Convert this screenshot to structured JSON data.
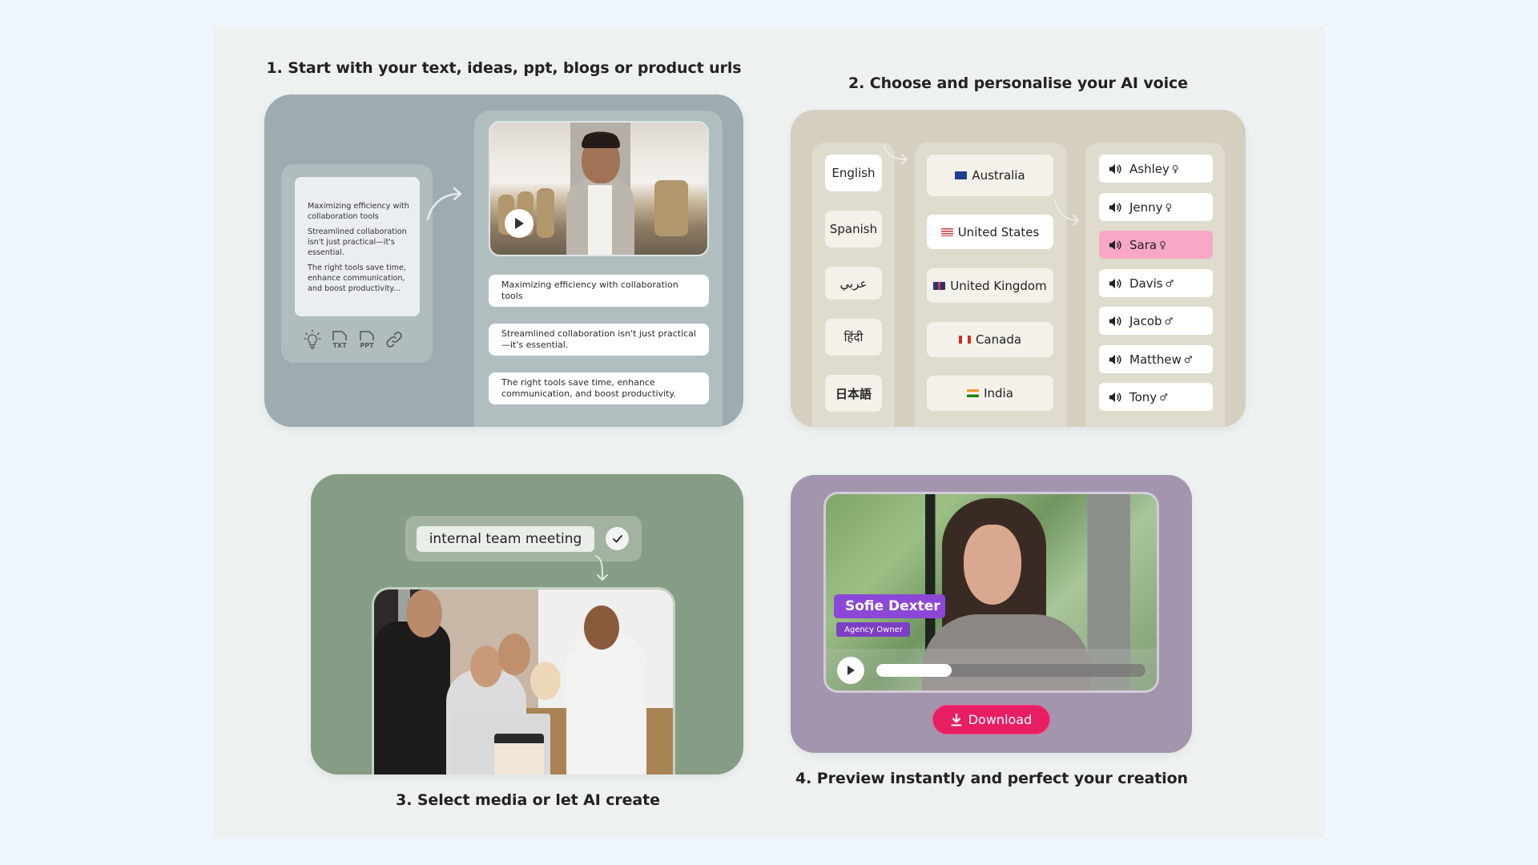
{
  "steps": {
    "step1": {
      "title": "1. Start with your text, ideas, ppt, blogs or product urls",
      "source_text": [
        "Maximizing efficiency with collaboration tools",
        "Streamlined collaboration isn't just practical—it's essential.",
        "The right tools save time, enhance communication, and boost productivity..."
      ],
      "input_icons": [
        "lightbulb-icon",
        "txt-file-icon",
        "ppt-file-icon",
        "link-icon"
      ],
      "icon_labels": {
        "txt": "TXT",
        "ppt": "PPT"
      },
      "scenes": [
        "Maximizing efficiency with collaboration tools",
        "Streamlined collaboration isn't just practical —it's essential.",
        "The right tools save time, enhance communication, and boost productivity."
      ]
    },
    "step2": {
      "title": "2. Choose and personalise your AI voice",
      "languages": [
        {
          "label": "English",
          "selected": true
        },
        {
          "label": "Spanish",
          "selected": false
        },
        {
          "label": "عربي",
          "selected": false
        },
        {
          "label": "हिंदी",
          "selected": false
        },
        {
          "label": "日本語",
          "selected": false
        }
      ],
      "countries": [
        {
          "label": "Australia",
          "flag": "au",
          "selected": false
        },
        {
          "label": "United States",
          "flag": "us",
          "selected": true
        },
        {
          "label": "United Kingdom",
          "flag": "gb",
          "selected": false
        },
        {
          "label": "Canada",
          "flag": "ca",
          "selected": false
        },
        {
          "label": "India",
          "flag": "in",
          "selected": false
        }
      ],
      "voices": [
        {
          "name": "Ashley",
          "gender": "♀",
          "selected": false
        },
        {
          "name": "Jenny",
          "gender": "♀",
          "selected": false
        },
        {
          "name": "Sara",
          "gender": "♀",
          "selected": true
        },
        {
          "name": "Davis",
          "gender": "♂",
          "selected": false
        },
        {
          "name": "Jacob",
          "gender": "♂",
          "selected": false
        },
        {
          "name": "Matthew",
          "gender": "♂",
          "selected": false
        },
        {
          "name": "Tony",
          "gender": "♂",
          "selected": false
        }
      ]
    },
    "step3": {
      "title": "3. Select media or let AI create",
      "search_value": "internal team meeting"
    },
    "step4": {
      "title": "4. Preview instantly and perfect your creation",
      "presenter_name": "Sofie Dexter",
      "presenter_role": "Agency Owner",
      "progress_percent": 28,
      "download_label": "Download"
    }
  },
  "colors": {
    "page_bg": "#eef5fd",
    "panel_bg": "#edf2f1",
    "card1_bg": "#9eabb1",
    "card2_bg": "#d4cfbf",
    "card3_bg": "#859d84",
    "card4_bg": "#a295ad",
    "selected_voice": "#f8a8c6",
    "name_tag": "#8c47d6",
    "download_button": "#e81e63"
  }
}
